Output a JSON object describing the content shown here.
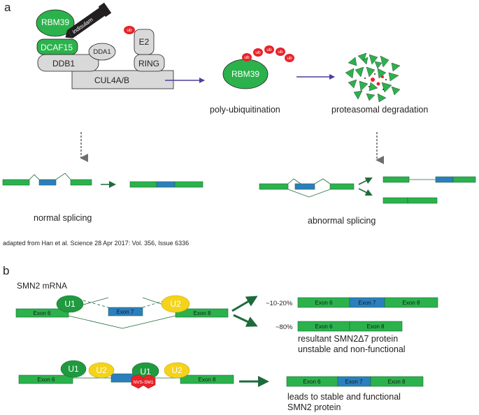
{
  "panel_a": {
    "label": "a",
    "complex": {
      "rbm39": "RBM39",
      "drug": "indisulam",
      "dcaf15": "DCAF15",
      "dda1": "DDA1",
      "ddb1": "DDB1",
      "e2": "E2",
      "ring": "RING",
      "cul4": "CUL4A/B",
      "ub": "ub"
    },
    "ubiquitinated_protein": "RBM39",
    "ub_chain": [
      "ub",
      "ub",
      "ub",
      "ub",
      "ub"
    ],
    "poly_ub_caption": "poly-ubiquitination",
    "degradation_caption": "proteasomal degradation",
    "normal_caption": "normal splicing",
    "abnormal_caption": "abnormal splicing",
    "citation": "adapted from Han et al. Science  28 Apr 2017: Vol. 356, Issue 6336"
  },
  "panel_b": {
    "label": "b",
    "title": "SMN2 mRNA",
    "u1": "U1",
    "u2": "U2",
    "exon6": "Exon 6",
    "exon7": "Exon 7",
    "exon8": "Exon 8",
    "pct_inclusion": "~10-20%",
    "pct_skipping": "~80%",
    "result_unstable_line1": "resultant SMN2Δ7 protein",
    "result_unstable_line2": "unstable and non-functional",
    "drug": "NVS-SM1",
    "result_stable_line1": "leads to stable and functional",
    "result_stable_line2": "SMN2 protein"
  },
  "colors": {
    "green": "#2bb24c",
    "blue": "#2b7fbf",
    "yellow": "#f5d31a",
    "red": "#e8232a",
    "gray": "#d9d9da",
    "arrow_blue": "#4b3f9a",
    "arrow_green": "#1d6b3a"
  }
}
